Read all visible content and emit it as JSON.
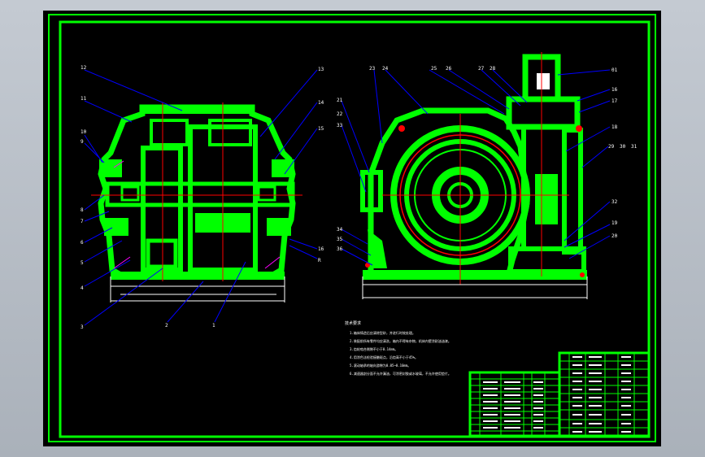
{
  "drawing": {
    "colors": {
      "paper": "#000000",
      "frame": "#00ff00",
      "part": "#00ff00",
      "leader": "#0000ff",
      "center_line": "#ff0000",
      "dimension": "#ffffff",
      "highlight": "#ff00ff",
      "viewport_bg": "#b0b6be"
    },
    "front_view_labels": [
      "12",
      "11",
      "10",
      "9",
      "8",
      "7",
      "6",
      "5",
      "4",
      "3",
      "2",
      "1",
      "13",
      "14",
      "15",
      "16",
      "R"
    ],
    "side_view_labels": [
      "23",
      "24",
      "25",
      "26",
      "27",
      "28",
      "01",
      "16",
      "17",
      "18",
      "29",
      "30",
      "31",
      "32",
      "19",
      "20",
      "21",
      "22",
      "33",
      "34",
      "35",
      "36"
    ],
    "tech_notes": {
      "heading": "技术要求",
      "lines": [
        "1.箱体铸造后应清除型砂，并进行时效处理。",
        "2.装配前所有零件均应清洗，箱内不得有杂物，机体内壁涂耐油油漆。",
        "3.齿轮啮合侧隙不小于0.14mm。",
        "4.用涂色法检验接触斑点，沿齿高不小于45%。",
        "5.滚动轴承的轴向游隙为0.05~0.10mm。",
        "6.减速器剖分面不允许漏油，可涂密封胶或水玻璃，不允许使用垫片。"
      ]
    }
  }
}
